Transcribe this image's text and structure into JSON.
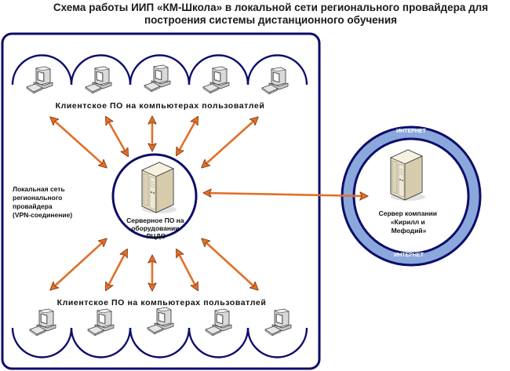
{
  "title": {
    "line1": "Схема работы ИИП «КМ-Школа» в локальной сети регионального провайдера для",
    "line2": "построения системы дистанционного обучения"
  },
  "local_network": {
    "label_lines": [
      "Локальная сеть",
      "регионального",
      "провайдера",
      "(VPN-соединение)"
    ]
  },
  "clients_top": {
    "label": "Клиентское ПО на компьютерах пользоватлей",
    "count": 5,
    "icon": "desktop-computer-icon"
  },
  "clients_bottom": {
    "label": "Клиентское ПО на компьютерах пользоватлей",
    "count": 5,
    "icon": "desktop-computer-icon"
  },
  "central_server": {
    "label_lines": [
      "Серверное ПО на",
      "оборудовании",
      "РЦДО"
    ],
    "icon": "server-tower-icon"
  },
  "remote_server": {
    "label_lines": [
      "Сервер компании",
      "«Кирилл и",
      "Мефодий»"
    ],
    "icon": "server-tower-icon",
    "ring_label_top": "ИНТЕРНЕТ",
    "ring_label_bottom": "ИНТЕРНЕТ"
  },
  "colors": {
    "frame": "#0d0d6b",
    "arrow": "#e0702a",
    "arrow_outline": "#8a3a10",
    "ring_fill": "#8aa8dc",
    "server_body": "#ece4cc"
  }
}
